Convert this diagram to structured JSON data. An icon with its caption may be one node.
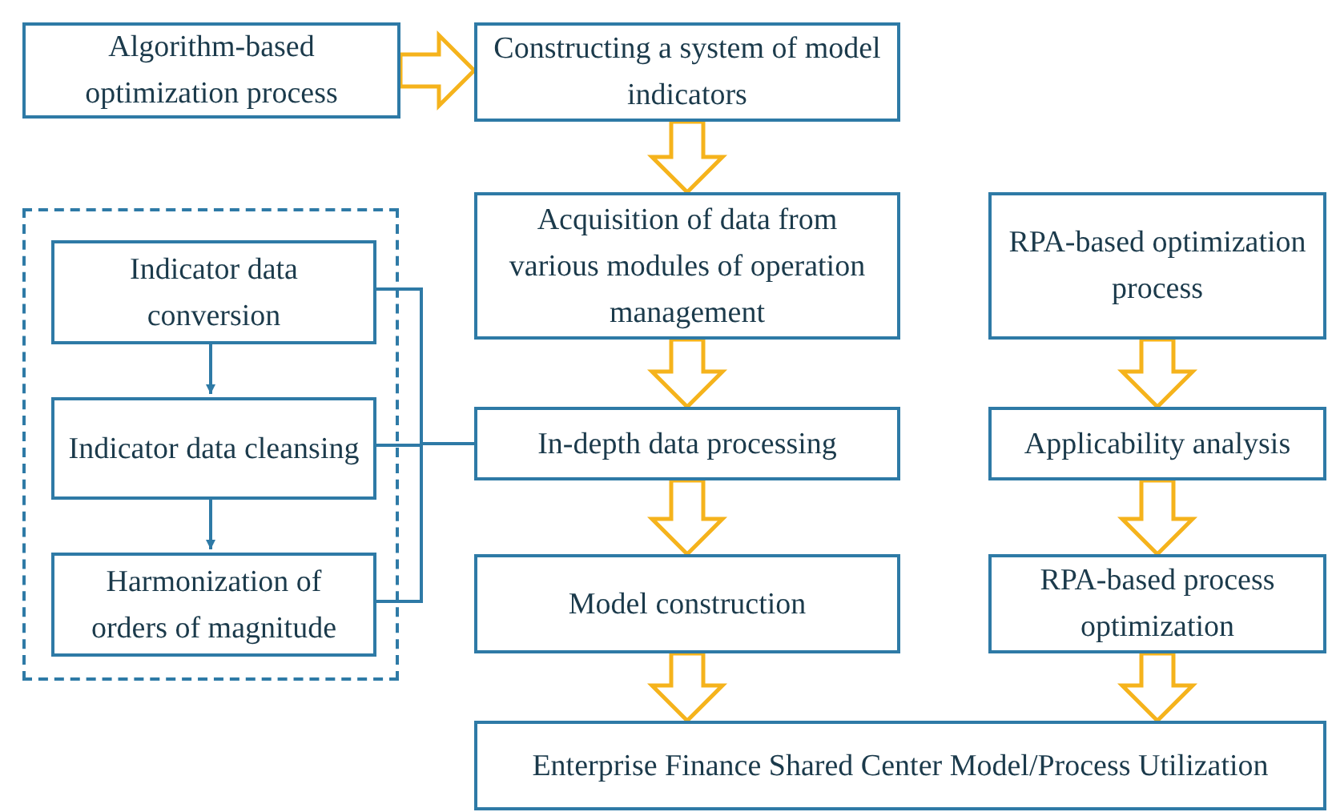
{
  "diagram": {
    "nodes": [
      {
        "text": [
          "Algorithm-based optimization process"
        ]
      },
      {
        "text": [
          "Constructing a system of model indicators"
        ]
      },
      {
        "text": [
          "Acquisition of data from various modules of operation management"
        ]
      },
      {
        "text": [
          "In-depth data processing"
        ]
      },
      {
        "text": [
          "Model construction"
        ]
      },
      {
        "text": [
          "Enterprise Finance Shared Center Model/Process Utilization"
        ]
      },
      {
        "text": [
          "RPA-based optimization process"
        ]
      },
      {
        "text": [
          "Applicability analysis"
        ]
      },
      {
        "text": [
          "RPA-based process optimization"
        ]
      },
      {
        "text": [],
        "shape": "box"
      },
      {
        "text": [
          "Indicator data conversion"
        ],
        "in": 9
      },
      {
        "text": [
          "Indicator data cleansing"
        ],
        "in": 9
      },
      {
        "text": [
          "Harmonization of orders of magnitude"
        ],
        "in": 9
      }
    ],
    "edges": [
      {
        "from": 0,
        "to": 1,
        "arrow": "to"
      },
      {
        "from": 1,
        "to": 2,
        "arrow": "to"
      },
      {
        "from": 2,
        "to": 3,
        "arrow": "to"
      },
      {
        "from": 3,
        "to": 4,
        "arrow": "to"
      },
      {
        "from": 4,
        "to": 5,
        "arrow": "to"
      },
      {
        "from": 6,
        "to": 7,
        "arrow": "to"
      },
      {
        "from": 7,
        "to": 8,
        "arrow": "to"
      },
      {
        "from": 8,
        "to": 5,
        "arrow": "to"
      },
      {
        "from": 10,
        "to": 11,
        "arrow": "to",
        "color": "#2e7aa6"
      },
      {
        "from": 11,
        "to": 12,
        "arrow": "to",
        "color": "#2e7aa6"
      },
      {
        "from": 10,
        "to": 3,
        "arrow": "none",
        "color": "#2e7aa6"
      },
      {
        "from": 11,
        "to": 3,
        "arrow": "none",
        "color": "#2e7aa6"
      },
      {
        "from": 12,
        "to": 3,
        "arrow": "none",
        "color": "#2e7aa6"
      }
    ]
  }
}
